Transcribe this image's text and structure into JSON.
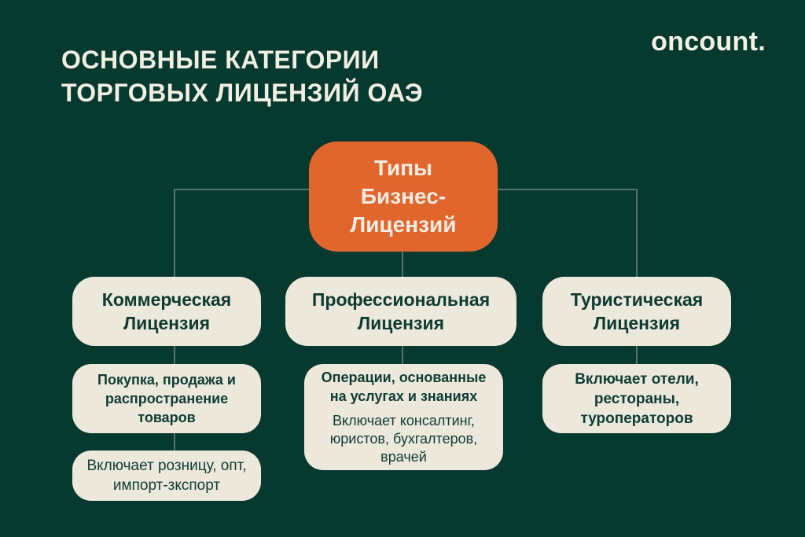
{
  "page": {
    "title_line1": "ОСНОВНЫЕ КАТЕГОРИИ",
    "title_line2": "ТОРГОВЫХ ЛИЦЕНЗИЙ ОАЭ",
    "logo": "oncount."
  },
  "colors": {
    "background": "#06392f",
    "accent_orange": "#e0662e",
    "card_cream": "#ece8db",
    "text_dark_green": "#0d3b31",
    "text_cream": "#f1eee2",
    "connector": "#52756a"
  },
  "diagram": {
    "root": {
      "label": "Типы Бизнес-Лицензий",
      "lines": [
        "Типы",
        "Бизнес-",
        "Лицензий"
      ]
    },
    "branches": [
      {
        "title": "Коммерческая Лицензия",
        "detail_primary": "Покупка, продажа и распространение товаров",
        "detail_secondary": "Включает розницу, опт, импорт-зкспорт"
      },
      {
        "title": "Профессиональная Лицензия",
        "detail_primary": "Операции, основанные на услугах и знаниях",
        "detail_secondary": "Включает консалтинг, юристов, бухгалтеров, врачей"
      },
      {
        "title": "Туристическая Лицензия",
        "detail_primary": "Включает отели, рестораны, туроператоров"
      }
    ]
  }
}
